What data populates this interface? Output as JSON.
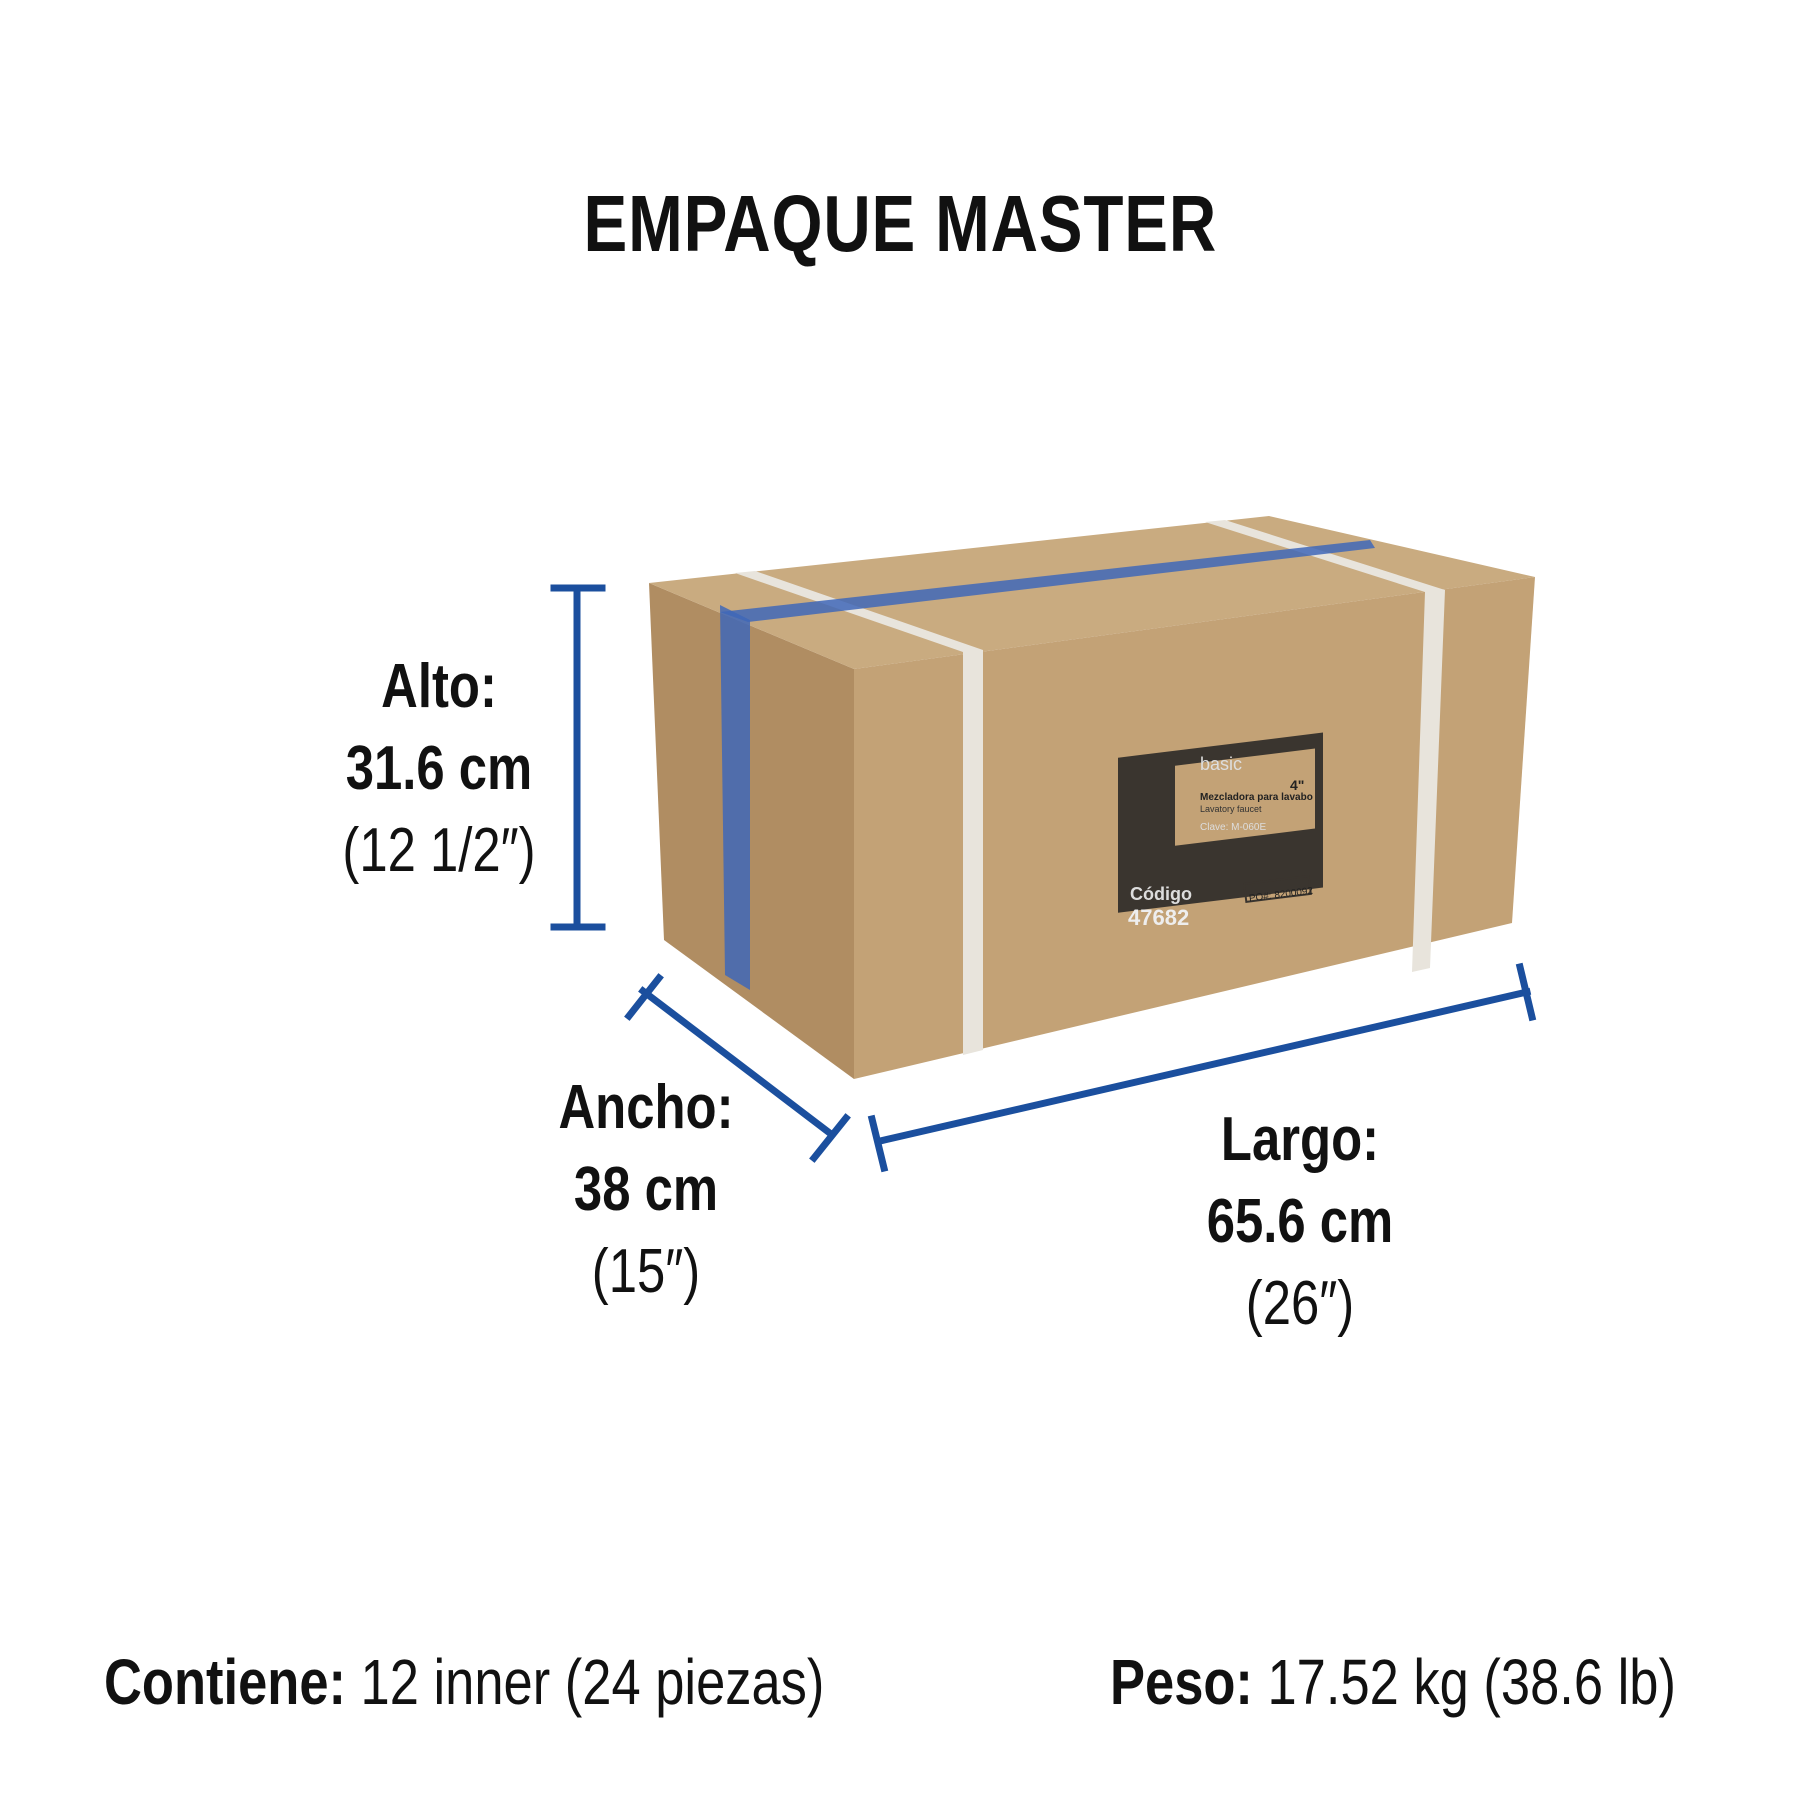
{
  "title": "EMPAQUE MASTER",
  "dimensions": {
    "alto": {
      "label": "Alto:",
      "metric": "31.6 cm",
      "imperial": "(12 1/2″)"
    },
    "ancho": {
      "label": "Ancho:",
      "metric": "38 cm",
      "imperial": "(15″)"
    },
    "largo": {
      "label": "Largo:",
      "metric": "65.6 cm",
      "imperial": "(26″)"
    }
  },
  "footer": {
    "contains_label": "Contiene:",
    "contains_value": "12 inner (24 piezas)",
    "weight_label": "Peso:",
    "weight_value": "17.52 kg (38.6 lb)"
  },
  "box_label": {
    "brand": "basic",
    "product_es": "Mezcladora para lavabo",
    "product_en": "Lavatory faucet",
    "size": "4\"",
    "clave": "Clave: M-060E",
    "codigo_label": "Código",
    "codigo": "47682",
    "po": "PO#: 8200092"
  },
  "colors": {
    "accent": "#1b4f9e",
    "cardboard": "#c5a57a",
    "text": "#111111"
  }
}
